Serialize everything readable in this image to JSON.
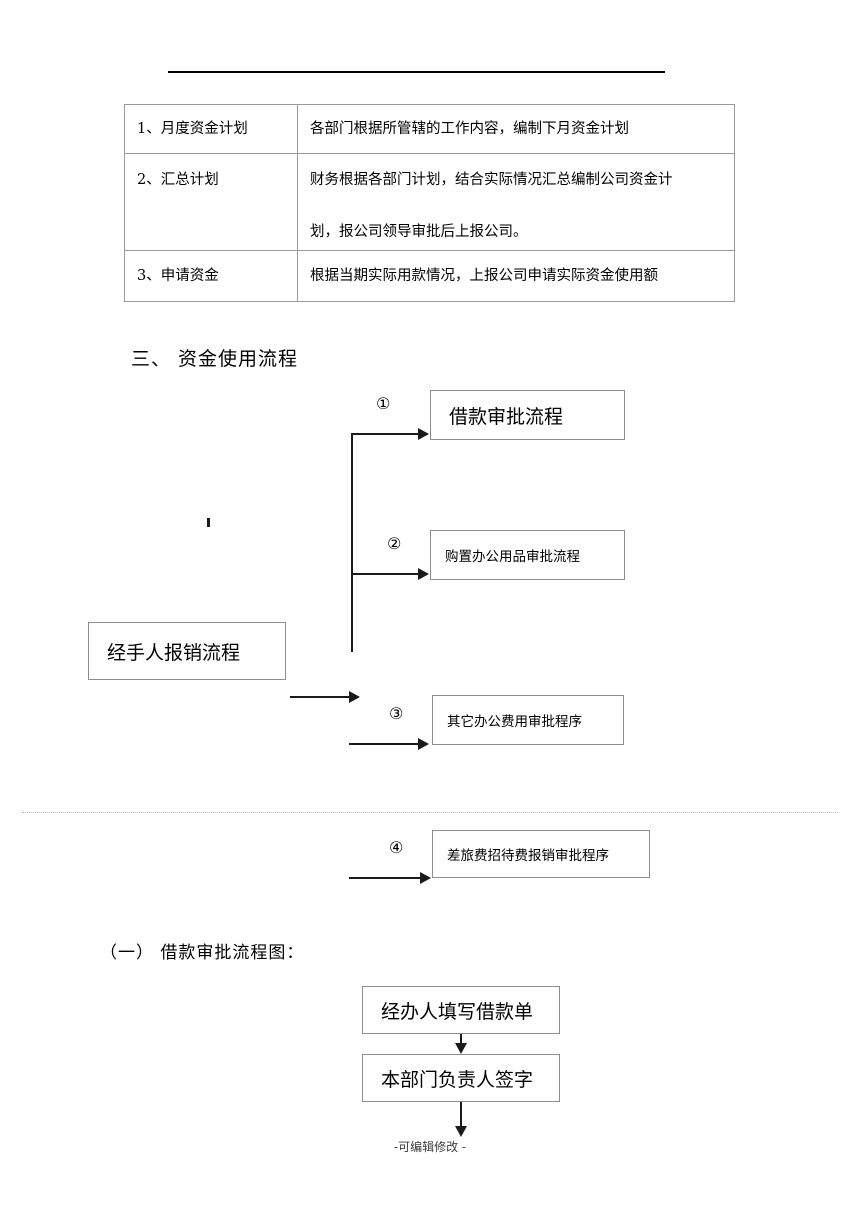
{
  "document": {
    "top_rule": "horizontal-rule",
    "footer_note": "-可编辑修改 -"
  },
  "plan_table": {
    "rows": [
      {
        "label": "1、月度资金计划",
        "description": "各部门根据所管辖的工作内容，编制下月资金计划"
      },
      {
        "label": "2、汇总计划",
        "description_line1": "财务根据各部门计划，结合实际情况汇总编制公司资金计",
        "description_line2": "划，报公司领导审批后上报公司。"
      },
      {
        "label": "3、申请资金",
        "description": "根据当期实际用款情况，上报公司申请实际资金使用额"
      }
    ]
  },
  "section_three": {
    "heading": "三、  资金使用流程",
    "source_box": "经手人报销流程",
    "branches": [
      {
        "marker": "①",
        "label": "借款审批流程"
      },
      {
        "marker": "②",
        "label": "购置办公用品审批流程"
      },
      {
        "marker": "③",
        "label": "其它办公费用审批程序"
      },
      {
        "marker": "④",
        "label": "差旅费招待费报销审批程序"
      }
    ]
  },
  "section_one": {
    "heading": "（一）  借款审批流程图：",
    "steps": [
      {
        "label": "经办人填写借款单"
      },
      {
        "label": "本部门负责人签字"
      }
    ]
  }
}
